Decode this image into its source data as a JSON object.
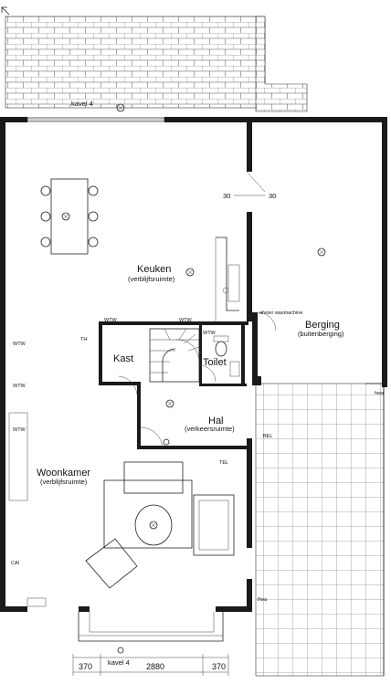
{
  "labels": {
    "kavel_top": "kavel 4",
    "kavel_bottom": "kavel 4",
    "keuken": "Keuken",
    "keuken_sub": "(verblijfsruimte)",
    "berging": "Berging",
    "berging_sub": "(buitenberging)",
    "kast": "Kast",
    "toilet": "Toilet",
    "hal": "Hal",
    "hal_sub": "(verkeersruimte)",
    "woonkamer": "Woonkamer",
    "woonkamer_sub": "(verblijfsruimte)",
    "dim_30_left": "30",
    "dim_30_right": "30",
    "dim_370_left": "370",
    "dim_2880": "2880",
    "dim_370_right": "370",
    "wtw_1": "WTW",
    "wtw_2": "WTW",
    "wtw_3": "WTW",
    "wtw_4": "WTW",
    "wtw_5": "WTW",
    "wtw_6": "WTW",
    "th": "TH",
    "tel": "TEL",
    "bel": "BEL",
    "cai": "CAI",
    "wasmachine": "afvoer wasmachine",
    "fwa": "f/wa",
    "hwa": "hwa"
  },
  "colors": {
    "wall": "#1a1a1a",
    "line": "#222222",
    "background": "#ffffff"
  }
}
